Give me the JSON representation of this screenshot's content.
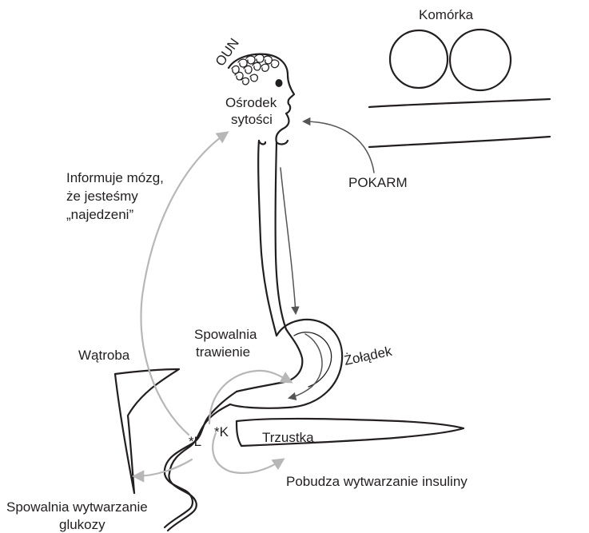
{
  "labels": {
    "cell": "Komórka",
    "cns": "OUN",
    "satiety_center_line1": "Ośrodek",
    "satiety_center_line2": "sytości",
    "food": "POKARM",
    "informs_line1": "Informuje mózg,",
    "informs_line2": "że jesteśmy",
    "informs_line3": "„najedzeni”",
    "slows_line1": "Spowalnia",
    "slows_line2": "trawienie",
    "stomach": "Żołądek",
    "liver": "Wątroba",
    "marker_l": "*L",
    "marker_k": "*K",
    "pancreas": "Trzustka",
    "stimulates_insulin": "Pobudza wytwarzanie insuliny",
    "slows_glucose_line1": "Spowalnia wytwarzanie",
    "slows_glucose_line2": "glukozy"
  },
  "colors": {
    "ink": "#231f20",
    "grey_arrow": "#b7b7b7",
    "dark_arrow": "#555555"
  }
}
